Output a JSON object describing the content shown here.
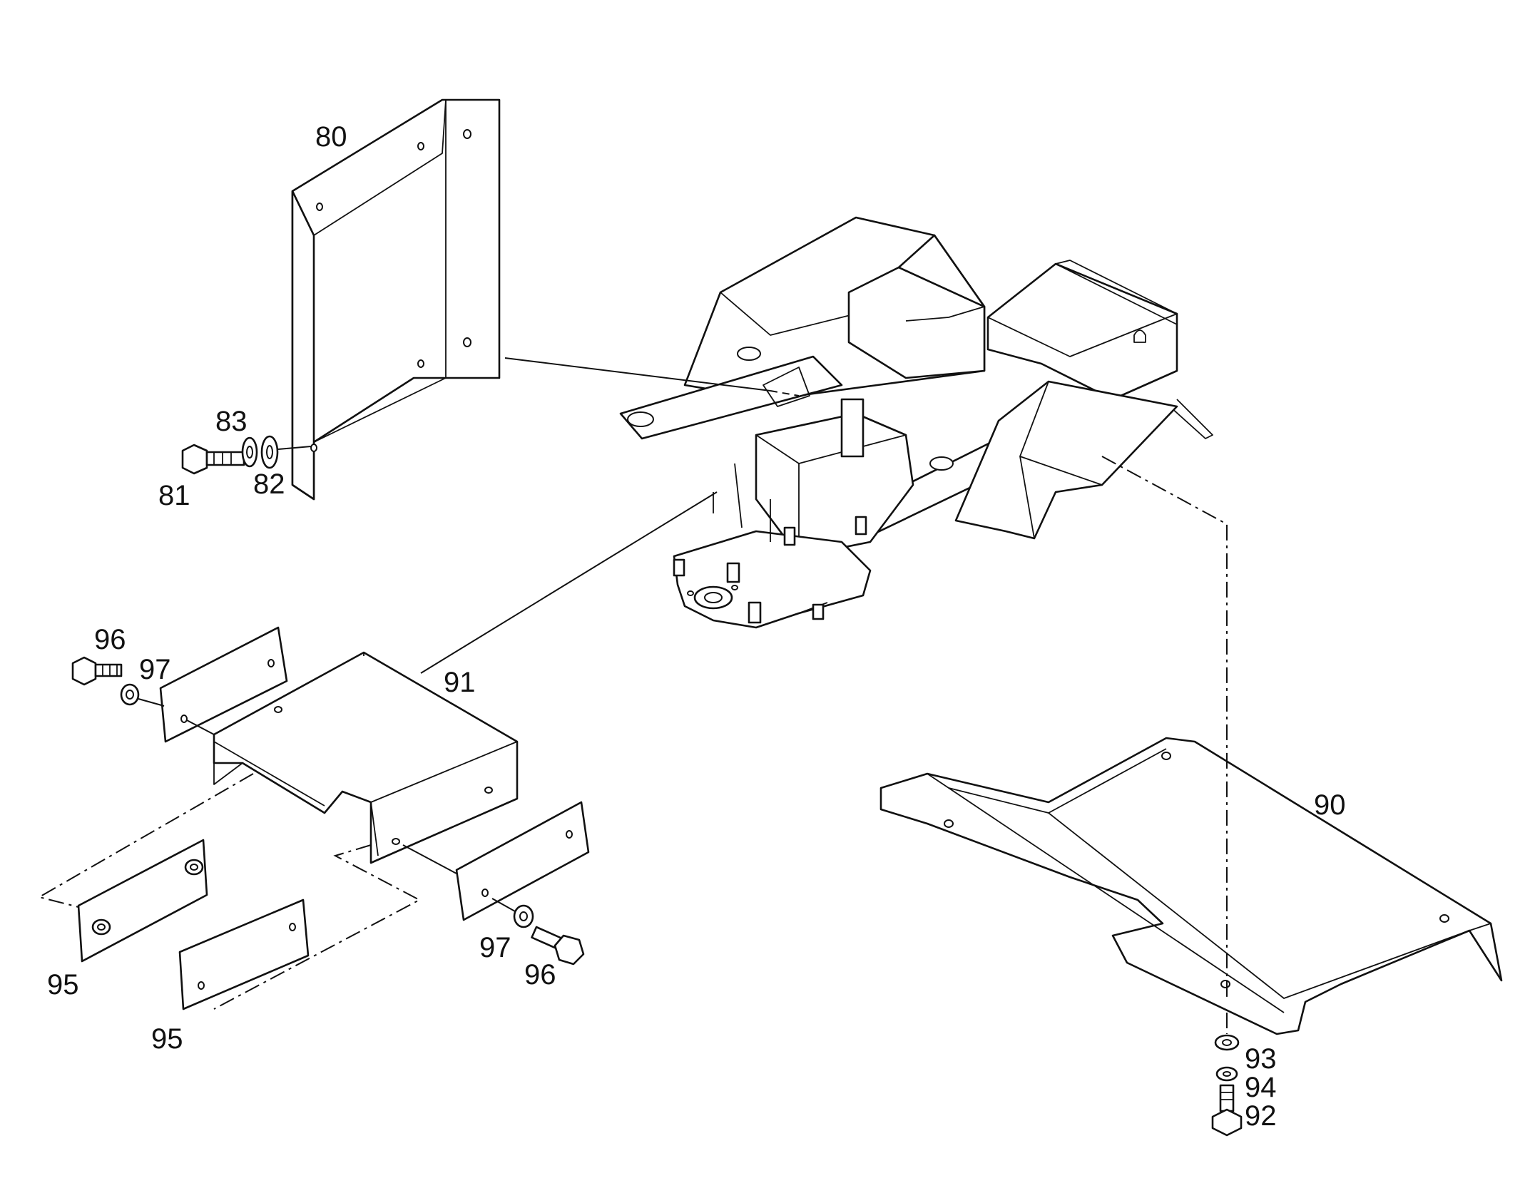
{
  "callouts": {
    "p80": "80",
    "p81": "81",
    "p82": "82",
    "p83": "83",
    "p90": "90",
    "p91": "91",
    "p92": "92",
    "p93": "93",
    "p94": "94",
    "p95a": "95",
    "p95b": "95",
    "p96a": "96",
    "p96b": "96",
    "p97a": "97",
    "p97b": "97"
  },
  "colors": {
    "ink": "#111111",
    "paper": "#ffffff"
  }
}
